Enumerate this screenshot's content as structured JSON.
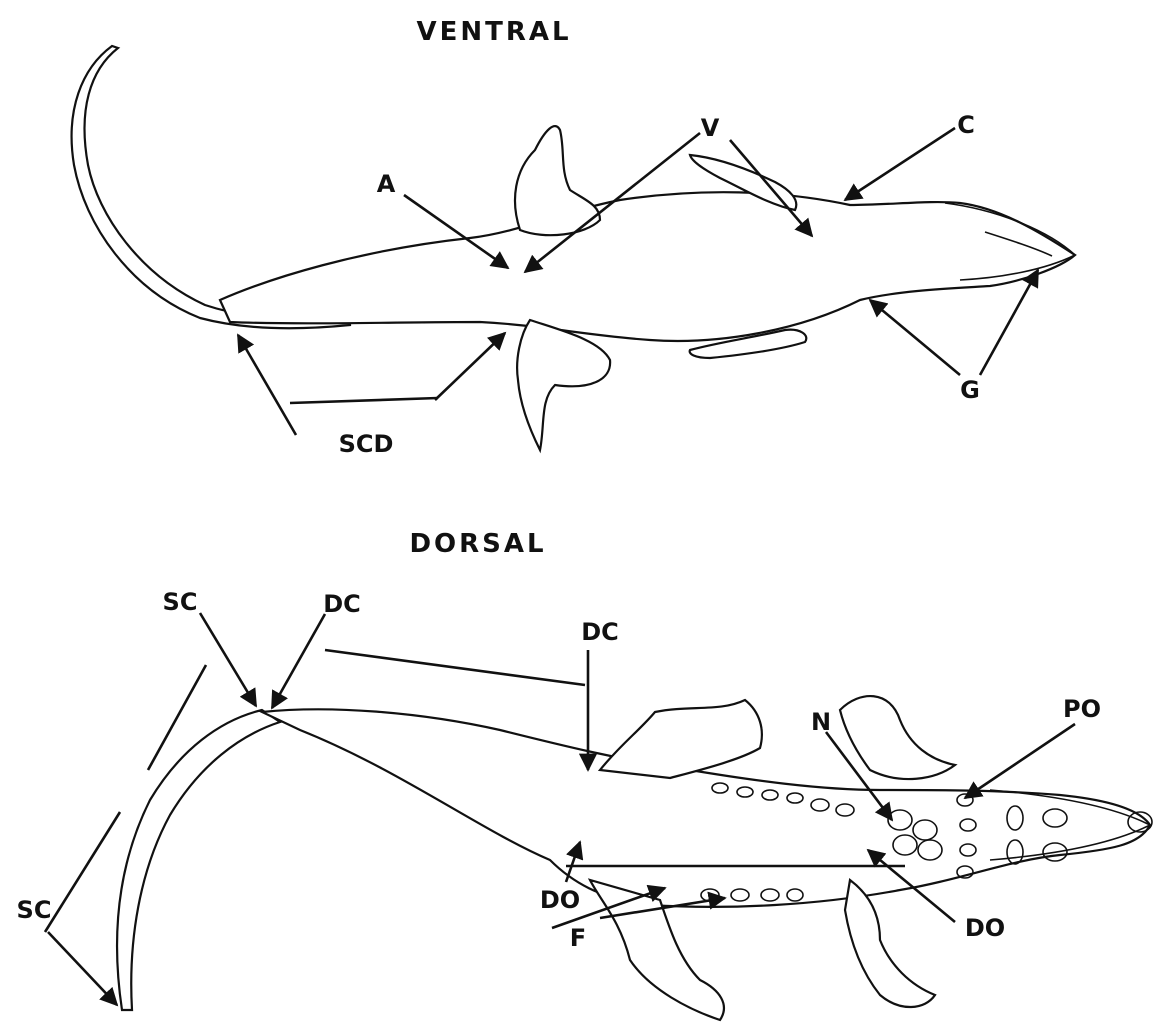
{
  "ventral": {
    "heading": "VENTRAL",
    "labels": {
      "A": "A",
      "V": "V",
      "C": "C",
      "G": "G",
      "SCD": "SCD"
    }
  },
  "dorsal": {
    "heading": "DORSAL",
    "labels": {
      "SC_top": "SC",
      "DC_left": "DC",
      "DC_right": "DC",
      "SC_left": "SC",
      "N": "N",
      "PO": "PO",
      "DO_left": "DO",
      "DO_right": "DO",
      "F": "F"
    }
  }
}
